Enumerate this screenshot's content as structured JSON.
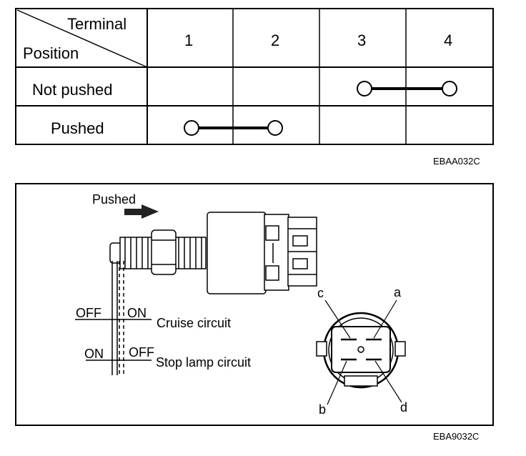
{
  "table": {
    "header_terminal": "Terminal",
    "header_position": "Position",
    "terminals": [
      "1",
      "2",
      "3",
      "4"
    ],
    "rows": [
      {
        "label": "Not pushed",
        "connected": [
          "3",
          "4"
        ]
      },
      {
        "label": "Pushed",
        "connected": [
          "1",
          "2"
        ]
      }
    ],
    "code": "EBAA032C"
  },
  "diagram": {
    "pushed_label": "Pushed",
    "off1": "OFF",
    "on1": "ON",
    "cruise_circuit": "Cruise circuit",
    "on2": "ON",
    "off2": "OFF",
    "stop_lamp_circuit": "Stop lamp circuit",
    "pin_a": "a",
    "pin_b": "b",
    "pin_c": "c",
    "pin_d": "d",
    "code": "EBA9032C"
  }
}
